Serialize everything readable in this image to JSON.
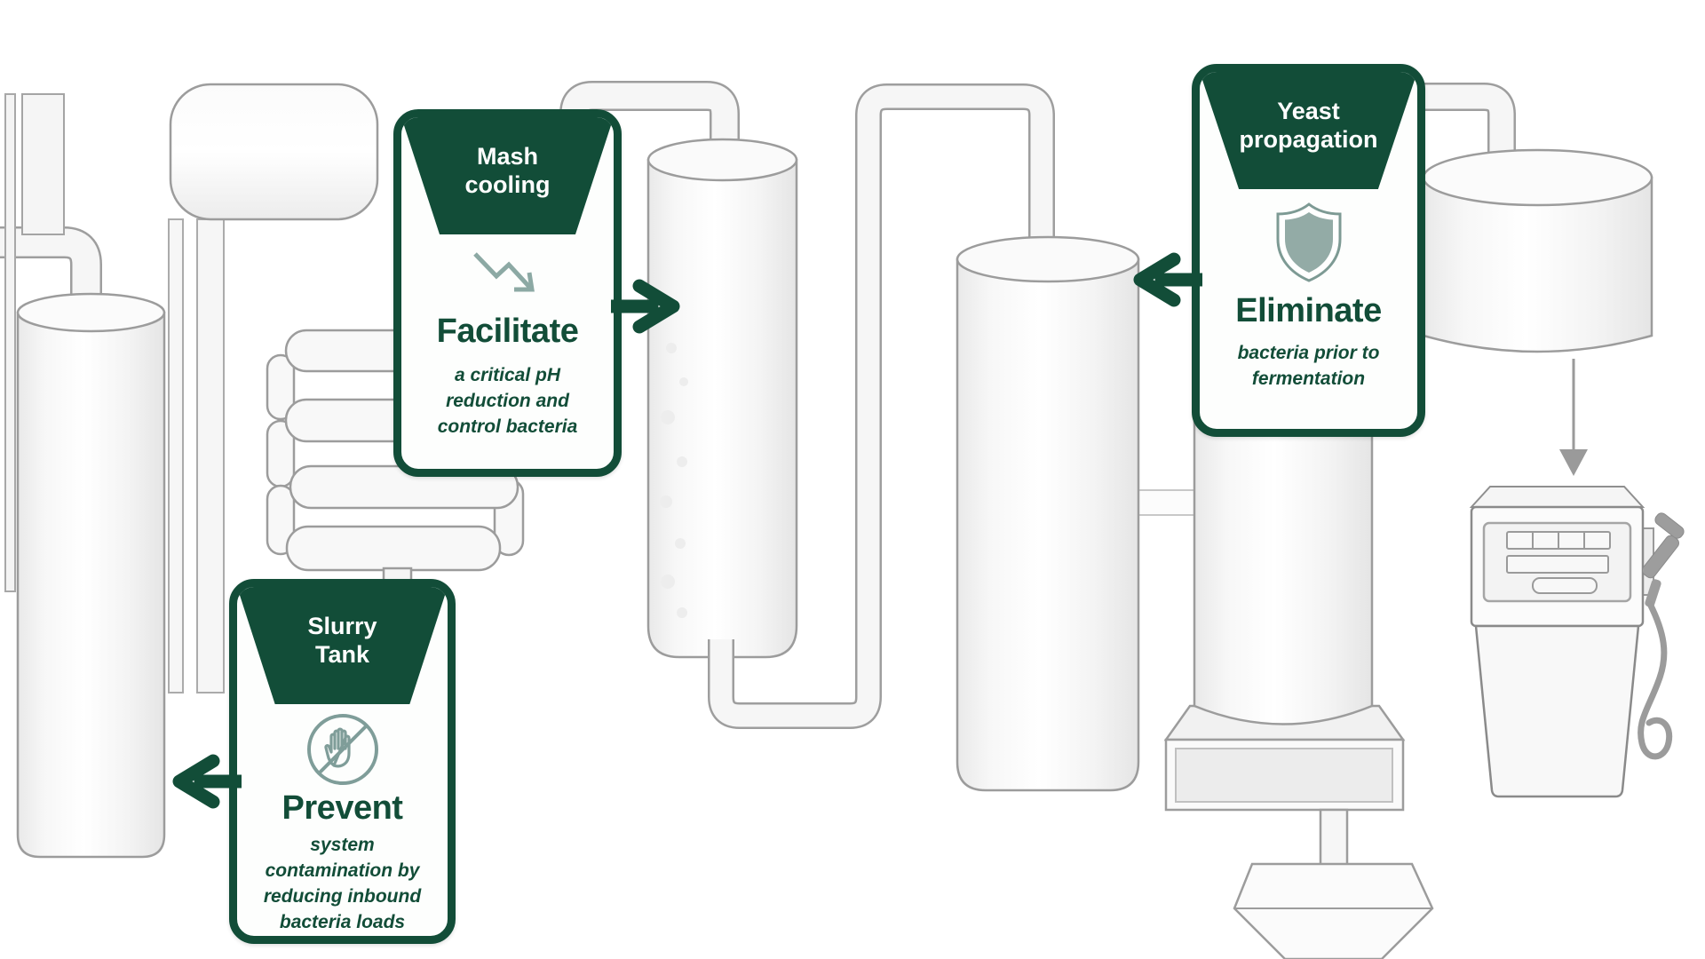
{
  "palette": {
    "brand_green": "#124d38",
    "sage_icon": "#7f9d99",
    "sage_fill": "#93aba6",
    "card_background": "#fdfefd",
    "equipment_line": "#9c9c9c",
    "equipment_fill": "#f7f7f7"
  },
  "cards": {
    "mash": {
      "header_lines": [
        "Mash",
        "cooling"
      ],
      "icon": "decline-zigzag-arrow-icon",
      "verb": "Facilitate",
      "description_lines": [
        "a critical pH",
        "reduction and",
        "control bacteria"
      ],
      "arrow_direction": "right"
    },
    "slurry": {
      "header_lines": [
        "Slurry",
        "Tank"
      ],
      "icon": "no-touch-hand-icon",
      "verb": "Prevent",
      "description_lines": [
        "system",
        "contamination by",
        "reducing inbound",
        "bacteria loads"
      ],
      "arrow_direction": "left"
    },
    "yeast": {
      "header_lines": [
        "Yeast",
        "propagation"
      ],
      "icon": "shield-icon",
      "verb": "Eliminate",
      "description_lines": [
        "bacteria prior to",
        "fermentation"
      ],
      "arrow_direction": "left"
    }
  },
  "background_equipment": [
    "left-storage-cylinder",
    "horizontal-holding-tank",
    "heat-exchanger-coil",
    "process-column",
    "fermentation-cylinder",
    "distillation-column-with-pedestal",
    "discharge-hopper",
    "yeast-holding-tank",
    "down-flow-arrow",
    "fuel-dispenser"
  ]
}
